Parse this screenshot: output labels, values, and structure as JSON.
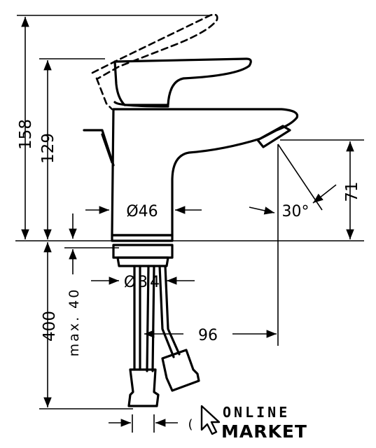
{
  "dimensions": {
    "total_height": "158",
    "spout_height": "129",
    "body_diameter": "Ø46",
    "spout_angle": "30°",
    "outlet_height": "71",
    "hose_length": "400",
    "max_thickness": "max. 40",
    "thread_diameter": "Ø34",
    "projection": "96",
    "bottom_partial": "("
  },
  "logo": {
    "line1": "ONLINE",
    "line2": "MARKET"
  },
  "colors": {
    "line": "#000000",
    "background": "#ffffff"
  }
}
